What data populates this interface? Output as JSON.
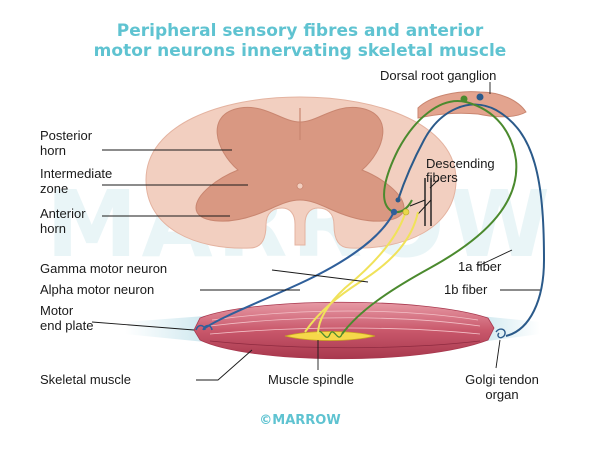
{
  "title": {
    "line1": "Peripheral sensory fibres and anterior",
    "line2": "motor neurons innervating skeletal muscle"
  },
  "watermark": "MARROW",
  "footer": "©MARROW",
  "labels": {
    "dorsal_root_ganglion": "Dorsal root ganglion",
    "posterior_horn_1": "Posterior",
    "posterior_horn_2": "horn",
    "intermediate_zone_1": "Intermediate",
    "intermediate_zone_2": "zone",
    "anterior_horn_1": "Anterior",
    "anterior_horn_2": "horn",
    "descending_fibers_1": "Descending",
    "descending_fibers_2": "fibers",
    "gamma_motor_neuron": "Gamma motor neuron",
    "alpha_motor_neuron": "Alpha motor neuron",
    "fiber_1a": "1a fiber",
    "fiber_1b": "1b fiber",
    "motor_end_plate_1": "Motor",
    "motor_end_plate_2": "end plate",
    "skeletal_muscle": "Skeletal muscle",
    "muscle_spindle": "Muscle spindle",
    "golgi_tendon_organ_1": "Golgi tendon",
    "golgi_tendon_organ_2": "organ"
  },
  "colors": {
    "title": "#5fc3d1",
    "white_matter": "#f2cfc0",
    "gray_matter": "#d99882",
    "muscle": "#c9586b",
    "tendon": "#d7eef3",
    "fiber_1a": "#4b8a2e",
    "fiber_1b": "#2b5a8a",
    "gamma_motor": "#f0e25a",
    "alpha_motor": "#2f5f9a"
  }
}
